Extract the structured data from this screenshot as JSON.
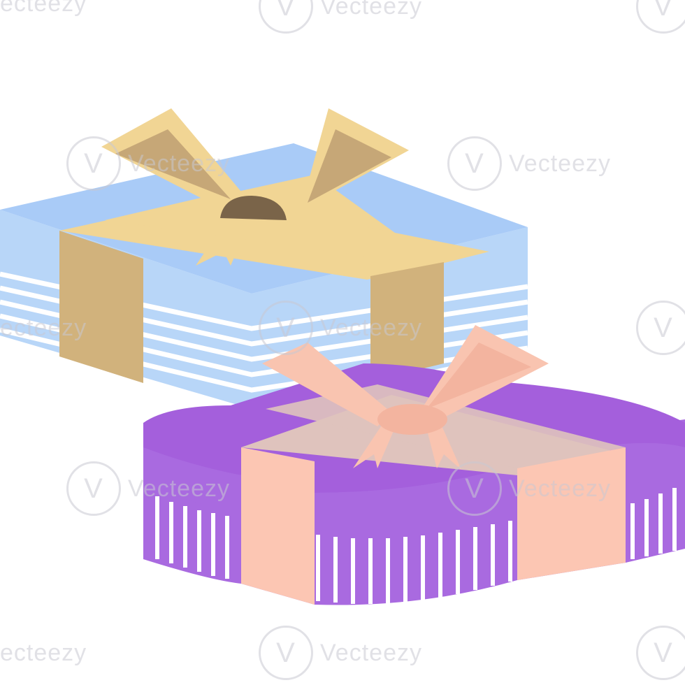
{
  "scene": {
    "subject": "two gift boxes with bows",
    "colors": {
      "background": "#ffffff",
      "blue_box_top": "#a9cbf7",
      "blue_box_side": "#b8d6f8",
      "blue_box_stripe": "#ffffff",
      "gold_ribbon": "#f1d594",
      "gold_ribbon_dark": "#d1b27c",
      "gold_knot": "#7a6449",
      "purple_box_top": "#a45fdc",
      "purple_box_side": "#a96ae0",
      "purple_box_stripe": "#ffffff",
      "peach_ribbon": "#fcc6b3",
      "peach_ribbon_top": "#dfc3bd",
      "peach_bow": "#f9c4b0"
    }
  },
  "watermark": {
    "text": "Vecteezy",
    "left_partial": "ecteezy",
    "icon": "v-logo-icon"
  }
}
